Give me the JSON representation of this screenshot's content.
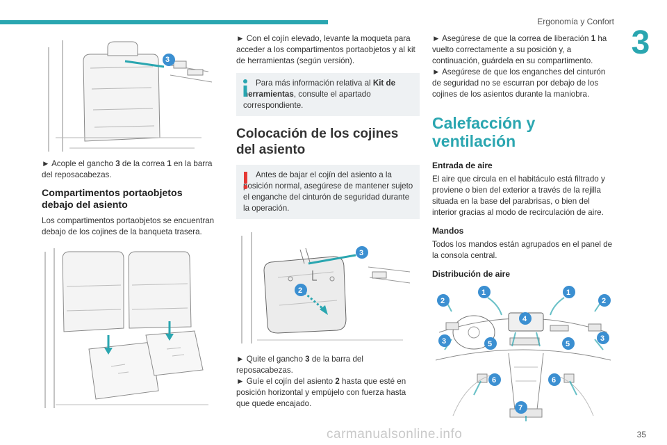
{
  "header": {
    "section_title": "Ergonomía y Confort",
    "chapter_number": "3",
    "page_number": "35"
  },
  "watermark": "carmanualsonline.info",
  "col1": {
    "fig1_label": "3",
    "step_hook_pre": "Acople el gancho ",
    "step_hook_b1": "3",
    "step_hook_mid": " de la correa ",
    "step_hook_b2": "1",
    "step_hook_post": " en la barra del reposacabezas.",
    "section_heading": "Compartimentos portaobjetos debajo del asiento",
    "section_text": "Los compartimentos portaobjetos se encuentran debajo de los cojines de la banqueta trasera."
  },
  "col2": {
    "step_lift": "Con el cojín elevado, levante la moqueta para acceder a los compartimentos portaobjetos y al kit de herramientas (según versión).",
    "info_pre": "Para más información relativa al ",
    "info_bold": "Kit de herramientas",
    "info_post": ", consulte el apartado correspondiente.",
    "heading": "Colocación de los cojines del asiento",
    "warning_text": "Antes de bajar el cojín del asiento a la posición normal, asegúrese de mantener sujeto el enganche del cinturón de seguridad durante la operación.",
    "fig_label_3": "3",
    "fig_label_2": "2",
    "step_remove_pre": "Quite el gancho ",
    "step_remove_b": "3",
    "step_remove_post": " de la barra del reposacabezas.",
    "step_guide_pre": "Guíe el cojín del asiento ",
    "step_guide_b": "2",
    "step_guide_post": " hasta que esté en posición horizontal y empújelo con fuerza hasta que quede encajado."
  },
  "col3": {
    "step_belt_pre": "Asegúrese de que la correa de liberación ",
    "step_belt_b": "1",
    "step_belt_post": " ha vuelto correctamente a su posición y, a continuación, guárdela en su compartimento.",
    "step_check": "Asegúrese de que los enganches del cinturón de seguridad no se escurran por debajo de los cojines de los asientos durante la maniobra.",
    "heading": "Calefacción y ventilación",
    "sub_air_in": "Entrada de aire",
    "air_in_text": "El aire que circula en el habitáculo está filtrado y proviene o bien del exterior a través de la rejilla situada en la base del parabrisas, o bien del interior gracias al modo de recirculación de aire.",
    "sub_controls": "Mandos",
    "controls_text": "Todos los mandos están agrupados en el panel de la consola central.",
    "sub_distribution": "Distribución de aire",
    "labels": [
      "1",
      "1",
      "2",
      "2",
      "3",
      "3",
      "4",
      "5",
      "5",
      "6",
      "6",
      "7"
    ]
  },
  "colors": {
    "accent": "#2aa6b0",
    "badge": "#3b8fd1",
    "warning": "#e53935",
    "note_bg": "#eef1f3"
  }
}
